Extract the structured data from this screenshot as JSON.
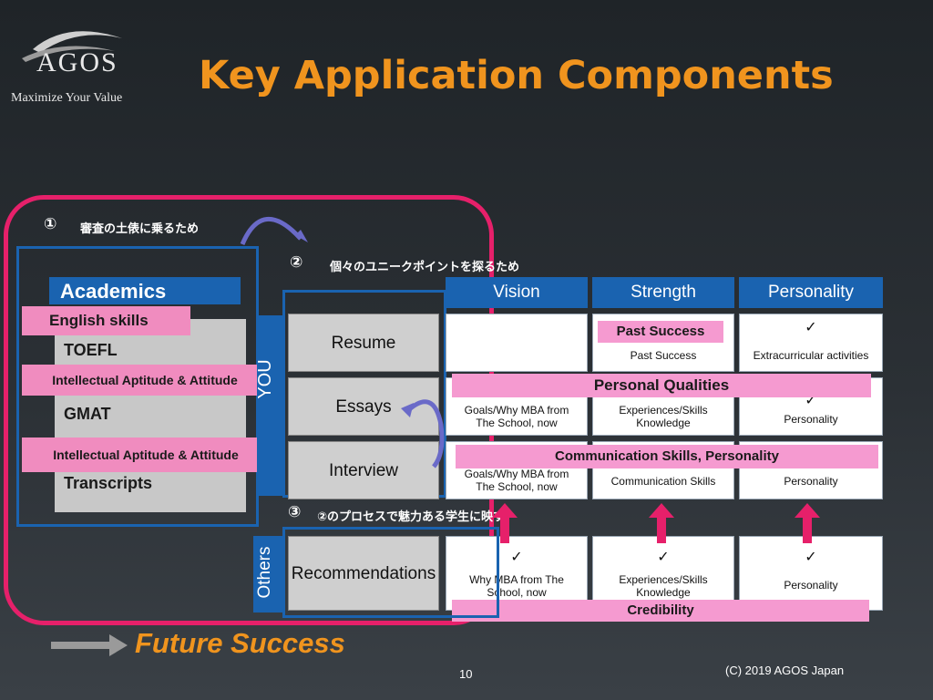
{
  "logo": {
    "name": "AGOS",
    "tagline": "Maximize Your Value"
  },
  "title": "Key Application Components",
  "notes": {
    "n1_num": "①",
    "n1_text": "審査の土俵に乗るため",
    "n2_num": "②",
    "n2_text": "個々のユニークポイントを探るため",
    "n3_num": "③",
    "n3_text": "②のプロセスで魅力ある学生に映す"
  },
  "academics": {
    "header": "Academics",
    "english_skills": "English skills",
    "toefl": "TOEFL",
    "intellectual1": "Intellectual Aptitude & Attitude",
    "gmat": "GMAT",
    "intellectual2": "Intellectual Aptitude & Attitude",
    "transcripts": "Transcripts"
  },
  "side_labels": {
    "you": "YOU",
    "others": "Others"
  },
  "columns": [
    "Vision",
    "Strength",
    "Personality"
  ],
  "rows": {
    "resume": {
      "label": "Resume",
      "strength": "Past Success",
      "personality": "Extracurricular activities"
    },
    "essays": {
      "label": "Essays",
      "vision": "Goals/Why MBA from The School, now",
      "strength": "Experiences/Skills Knowledge",
      "personality": "Personality"
    },
    "interview": {
      "label": "Interview",
      "vision": "Goals/Why MBA from The School, now",
      "strength": "Communication Skills",
      "personality": "Personality"
    },
    "recommendations": {
      "label": "Recommendations",
      "vision": "Why MBA from The School, now",
      "strength": "Experiences/Skills Knowledge",
      "personality": "Personality"
    }
  },
  "overlays": {
    "past_success": "Past Success",
    "personal_qualities": "Personal Qualities",
    "communication": "Communication Skills, Personality",
    "credibility": "Credibility"
  },
  "check": "✓",
  "future_success": "Future Success",
  "page_number": "10",
  "copyright": "(C) 2019 AGOS Japan",
  "colors": {
    "title": "#f0941e",
    "pink": "#f59ad0",
    "magenta_frame": "#e6206a",
    "blue": "#1a63b0"
  }
}
